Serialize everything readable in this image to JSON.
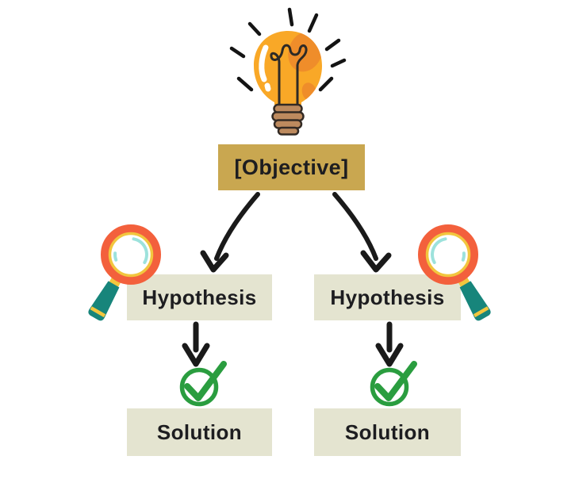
{
  "diagram": {
    "objective": {
      "label": "[Objective]"
    },
    "branches": [
      {
        "hypothesis": "Hypothesis",
        "solution": "Solution"
      },
      {
        "hypothesis": "Hypothesis",
        "solution": "Solution"
      }
    ],
    "edges": [
      {
        "from": "objective",
        "to": "hypothesis-left"
      },
      {
        "from": "objective",
        "to": "hypothesis-right"
      },
      {
        "from": "hypothesis-left",
        "to": "solution-left"
      },
      {
        "from": "hypothesis-right",
        "to": "solution-right"
      }
    ]
  },
  "icons": {
    "lightbulb-icon": "idea lightbulb with rays",
    "magnifying-glass-icon": "magnifier with teal handle",
    "checkmark-circle-icon": "green check in circle",
    "curved-arrow-icon": "hand-drawn curved arrow",
    "down-arrow-icon": "hand-drawn straight down arrow"
  },
  "colors": {
    "background": "#ffffff",
    "objective_box": "#c9a750",
    "node_box": "#e4e4d0",
    "text": "#1d1d20",
    "arrow": "#1a1a1a",
    "check_green": "#2a9d3f",
    "bulb_yellow": "#f9a827",
    "bulb_orange": "#ef8d2a",
    "bulb_base_brown": "#bd8a5e",
    "magnifier_rim": "#f3603c",
    "magnifier_ring_yellow": "#f2c63e",
    "magnifier_glass_highlight": "#9de2dc",
    "magnifier_handle_teal": "#17857b"
  }
}
